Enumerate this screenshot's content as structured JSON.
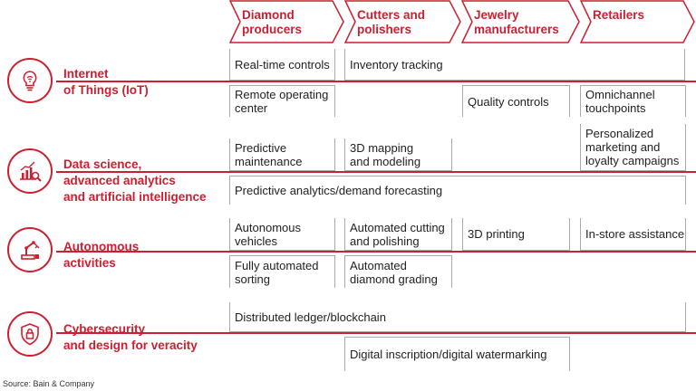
{
  "columns": [
    {
      "label_1": "Diamond",
      "label_2": "producers"
    },
    {
      "label_1": "Cutters and",
      "label_2": "polishers"
    },
    {
      "label_1": "Jewelry",
      "label_2": "manufacturers"
    },
    {
      "label_1": "Retailers",
      "label_2": ""
    }
  ],
  "rows": [
    {
      "title_1": "Internet",
      "title_2": "of Things (IoT)",
      "title_3": "",
      "icon": "lightbulb-icon"
    },
    {
      "title_1": "Data science,",
      "title_2": "advanced analytics",
      "title_3": "and artificial intelligence",
      "icon": "analytics-chart-icon"
    },
    {
      "title_1": "Autonomous",
      "title_2": "activities",
      "title_3": "",
      "icon": "robot-arm-icon"
    },
    {
      "title_1": "Cybersecurity",
      "title_2": "and design for veracity",
      "title_3": "",
      "icon": "shield-lock-icon"
    }
  ],
  "cells": {
    "iot_realtime_1": "Real-time controls",
    "iot_inventory_1": "Inventory tracking",
    "iot_remote_1": "Remote operating",
    "iot_remote_2": "center",
    "iot_quality_1": "Quality controls",
    "iot_omni_1": "Omnichannel",
    "iot_omni_2": "touchpoints",
    "ds_predmaint_1": "Predictive",
    "ds_predmaint_2": "maintenance",
    "ds_3dmap_1": "3D mapping",
    "ds_3dmap_2": "and modeling",
    "ds_personal_1": "Personalized",
    "ds_personal_2": "marketing and",
    "ds_personal_3": "loyalty campaigns",
    "ds_predanalytics_1": "Predictive analytics/demand forecasting",
    "au_vehicles_1": "Autonomous",
    "au_vehicles_2": "vehicles",
    "au_cutting_1": "Automated cutting",
    "au_cutting_2": "and polishing",
    "au_printing_1": "3D printing",
    "au_instore_1": "In-store assistance",
    "au_sorting_1": "Fully automated",
    "au_sorting_2": "sorting",
    "au_grading_1": "Automated",
    "au_grading_2": "diamond grading",
    "cy_ledger_1": "Distributed ledger/blockchain",
    "cy_inscription_1": "Digital inscription/digital watermarking"
  },
  "source": "Source: Bain & Company",
  "colors": {
    "accent": "#cc1f2f",
    "border": "#a9a9a9"
  }
}
